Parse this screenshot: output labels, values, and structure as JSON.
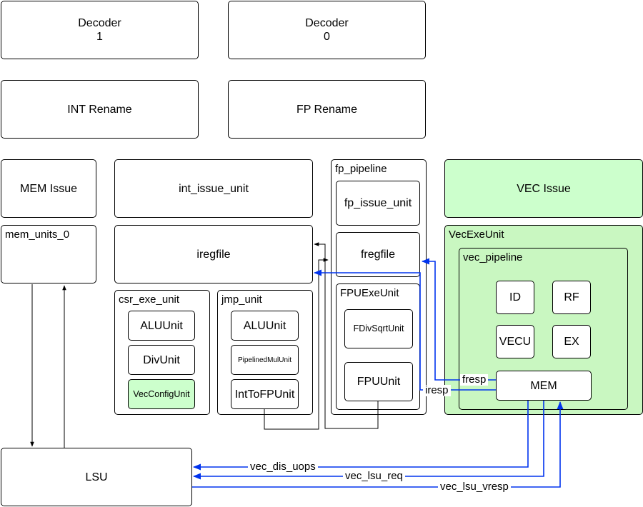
{
  "decoders": {
    "decoder1": "Decoder\n1",
    "decoder0": "Decoder\n0"
  },
  "rename": {
    "int": "INT Rename",
    "fp": "FP Rename"
  },
  "issue": {
    "mem": "MEM Issue",
    "int": "int_issue_unit",
    "vec": "VEC Issue"
  },
  "mem_units": {
    "title": "mem_units_0"
  },
  "iregfile": "iregfile",
  "csr_exe_unit": {
    "title": "csr_exe_unit",
    "alu": "ALUUnit",
    "div": "DivUnit",
    "vecconfig": "VecConfigUnit"
  },
  "jmp_unit": {
    "title": "jmp_unit",
    "alu": "ALUUnit",
    "mul": "PipelinedMulUnit",
    "int2fp": "IntToFPUnit"
  },
  "fp_pipeline": {
    "title": "fp_pipeline",
    "issue": "fp_issue_unit",
    "regfile": "fregfile",
    "exe": {
      "title": "FPUExeUnit",
      "fdiv": "FDivSqrtUnit",
      "fpu": "FPUUnit"
    }
  },
  "vec_exe_unit": {
    "title": "VecExeUnit",
    "pipeline": {
      "title": "vec_pipeline",
      "id": "ID",
      "rf": "RF",
      "vecu": "VECU",
      "ex": "EX",
      "mem": "MEM"
    }
  },
  "lsu": "LSU",
  "signals": {
    "fresp": "fresp",
    "iresp": "iresp",
    "vec_dis_uops": "vec_dis_uops",
    "vec_lsu_req": "vec_lsu_req",
    "vec_lsu_vresp": "vec_lsu_vresp"
  },
  "colors": {
    "wire_blue": "#0033ee",
    "green_fill": "#ccffcc",
    "black": "#000000"
  }
}
